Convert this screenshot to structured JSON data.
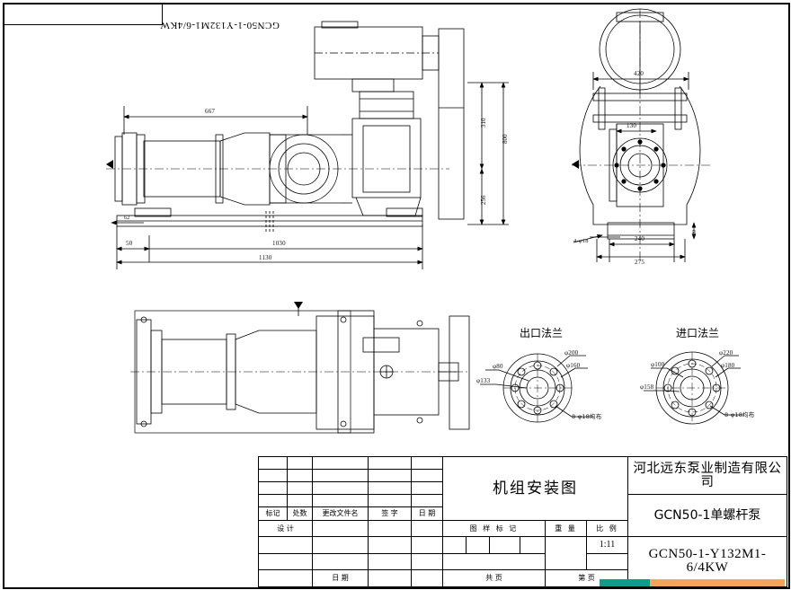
{
  "drawing": {
    "corner_label": "GCN50-1-Y132M1-6/4KW",
    "view_front": {
      "dims": {
        "d667": "667",
        "d50": "50",
        "d1030": "1030",
        "d1130": "1130",
        "d62": "62",
        "d310": "310",
        "d256": "256",
        "d800": "800"
      }
    },
    "view_side": {
      "dims": {
        "d420": "420",
        "d130": "130",
        "d240": "240",
        "d275": "275",
        "d20": "20",
        "holes": "4-φ18"
      }
    },
    "flanges": [
      {
        "title": "出口法兰",
        "labels": {
          "bore": "φ80",
          "raised": "φ133",
          "outer": "φ200",
          "bolt_circle": "φ160",
          "holes": "8-φ18均布"
        }
      },
      {
        "title": "进口法兰",
        "labels": {
          "bore": "φ100",
          "raised": "φ158",
          "outer": "φ220",
          "bolt_circle": "φ180",
          "holes": "8-φ18均布"
        }
      }
    ]
  },
  "title_block": {
    "drawing_title": "机组安装图",
    "company": "河北远东泵业制造有限公司",
    "product_name": "GCN50-1单螺杆泵",
    "model_code": "GCN50-1-Y132M1-6/4KW",
    "revision_headers": [
      "标记",
      "处数",
      "更改文件名",
      "签 字",
      "日 期"
    ],
    "roles": [
      "设 计",
      "",
      "",
      ""
    ],
    "date_label": "日 期",
    "mark_header": "图 样 标 记",
    "weight_header": "重 量",
    "scale_header": "比 例",
    "scale_value": "1:11",
    "sheet_total_label": "共      页",
    "sheet_no_label": "第      页"
  }
}
